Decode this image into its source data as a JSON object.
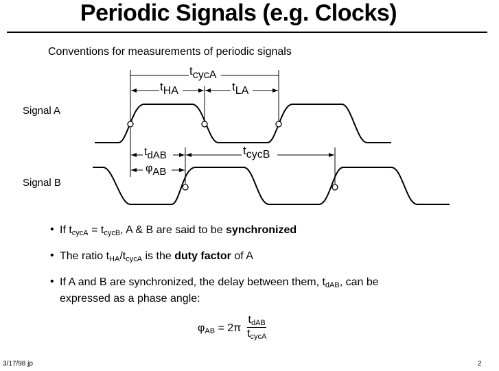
{
  "title": "Periodic Signals (e.g. Clocks)",
  "subtitle": "Conventions for measurements of periodic signals",
  "signals": [
    {
      "label": "Signal A"
    },
    {
      "label": "Signal B"
    }
  ],
  "annotations": {
    "t_cycA": {
      "main": "t",
      "sub": "cycA"
    },
    "t_HA": {
      "main": "t",
      "sub": "HA"
    },
    "t_LA": {
      "main": "t",
      "sub": "LA"
    },
    "t_dAB": {
      "main": "t",
      "sub": "dAB"
    },
    "t_cycB": {
      "main": "t",
      "sub": "cycB"
    },
    "phi_AB": {
      "main": "φ",
      "sub": "AB"
    }
  },
  "bullets": {
    "b1": {
      "prefix": "If t",
      "sub1": "cycA",
      "mid": " = t",
      "sub2": "cycB",
      "tail": ", A & B are said to be ",
      "bold": "synchronized"
    },
    "b2": {
      "prefix": "The ratio t",
      "sub1": "HA",
      "mid": "/t",
      "sub2": "cycA",
      "tail": "  is the ",
      "bold": "duty factor",
      "end": " of A"
    },
    "b3": {
      "prefix": "If A and B are synchronized, the delay between them, t",
      "sub1": "dAB",
      "tail": ", can be",
      "line2": "expressed as a phase angle:"
    }
  },
  "formula": {
    "lhs_main": "φ",
    "lhs_sub": "AB",
    "equals": " = 2π",
    "num_main": "t",
    "num_sub": "dAB",
    "den_main": "t",
    "den_sub": "cycA"
  },
  "footer": {
    "left": "3/17/98  jp",
    "right": "2"
  }
}
